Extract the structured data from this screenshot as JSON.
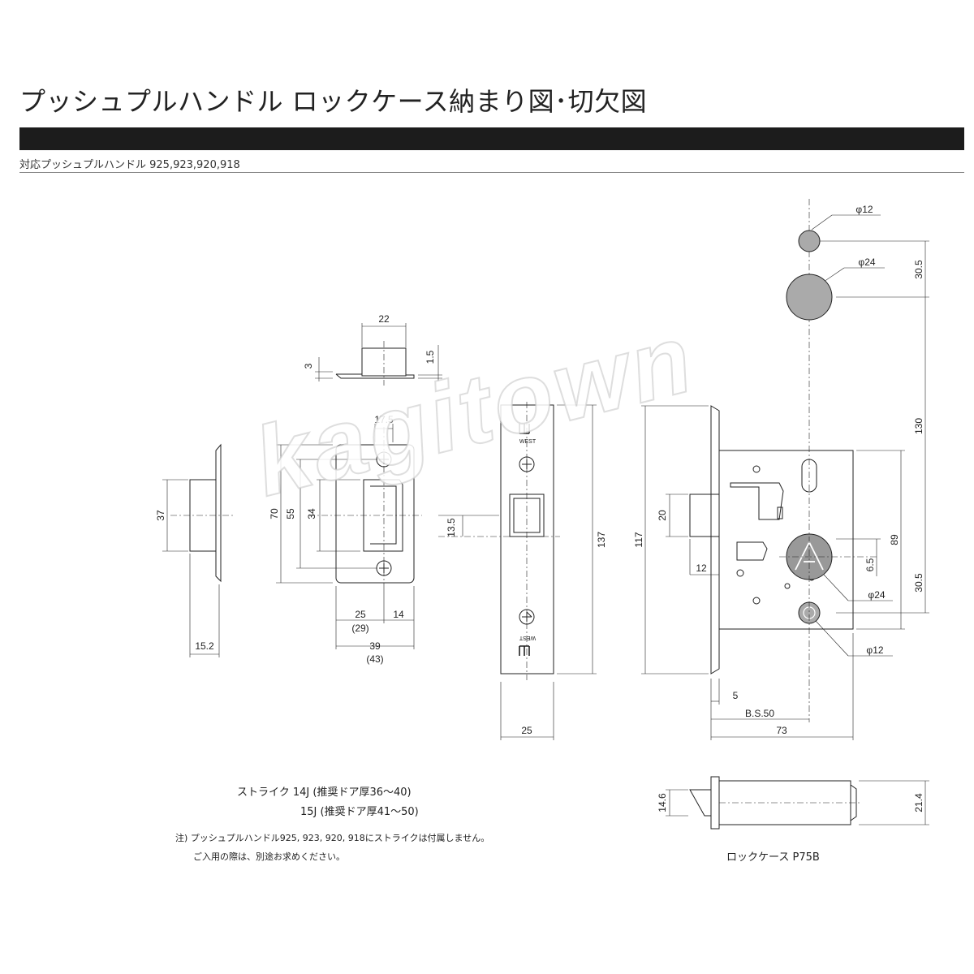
{
  "header": {
    "title": "プッシュプルハンドル ロックケース納まり図･切欠図",
    "subtitle": "対応プッシュプルハンドル 925,923,920,918"
  },
  "dims": {
    "strike_plate_w": "22",
    "strike_plate_t": "3",
    "strike_plate_t2": "1.5",
    "strike_37": "37",
    "strike_15_2": "15.2",
    "strike_17_5": "17.5",
    "strike_70": "70",
    "strike_55": "55",
    "strike_34": "34",
    "strike_25": "25",
    "strike_29": "(29)",
    "strike_14": "14",
    "strike_39": "39",
    "strike_43": "(43)",
    "face_13_5": "13.5",
    "face_137": "137",
    "face_25": "25",
    "case_phi12_top": "φ12",
    "case_phi24_top": "φ24",
    "case_30_5_top": "30.5",
    "case_130": "130",
    "case_117": "117",
    "case_20": "20",
    "case_12": "12",
    "case_89": "89",
    "case_6_5": "6.5",
    "case_30_5_bot": "30.5",
    "case_phi24_bot": "φ24",
    "case_phi12_bot": "φ12",
    "case_5": "5",
    "case_bs50": "B.S.50",
    "case_73": "73",
    "side_14_6": "14.6",
    "side_21_4": "21.4",
    "face_brand": "WEST"
  },
  "notes": {
    "strike_line1": "ストライク 14J (推奨ドア厚36～40)",
    "strike_line2": "15J (推奨ドア厚41～50)",
    "note_line1": "注) プッシュプルハンドル925, 923, 920, 918にストライクは付属しません。",
    "note_line2": "ご入用の際は、別途お求めください。",
    "lockcase_label": "ロックケース P75B"
  },
  "watermark": "kagitown"
}
